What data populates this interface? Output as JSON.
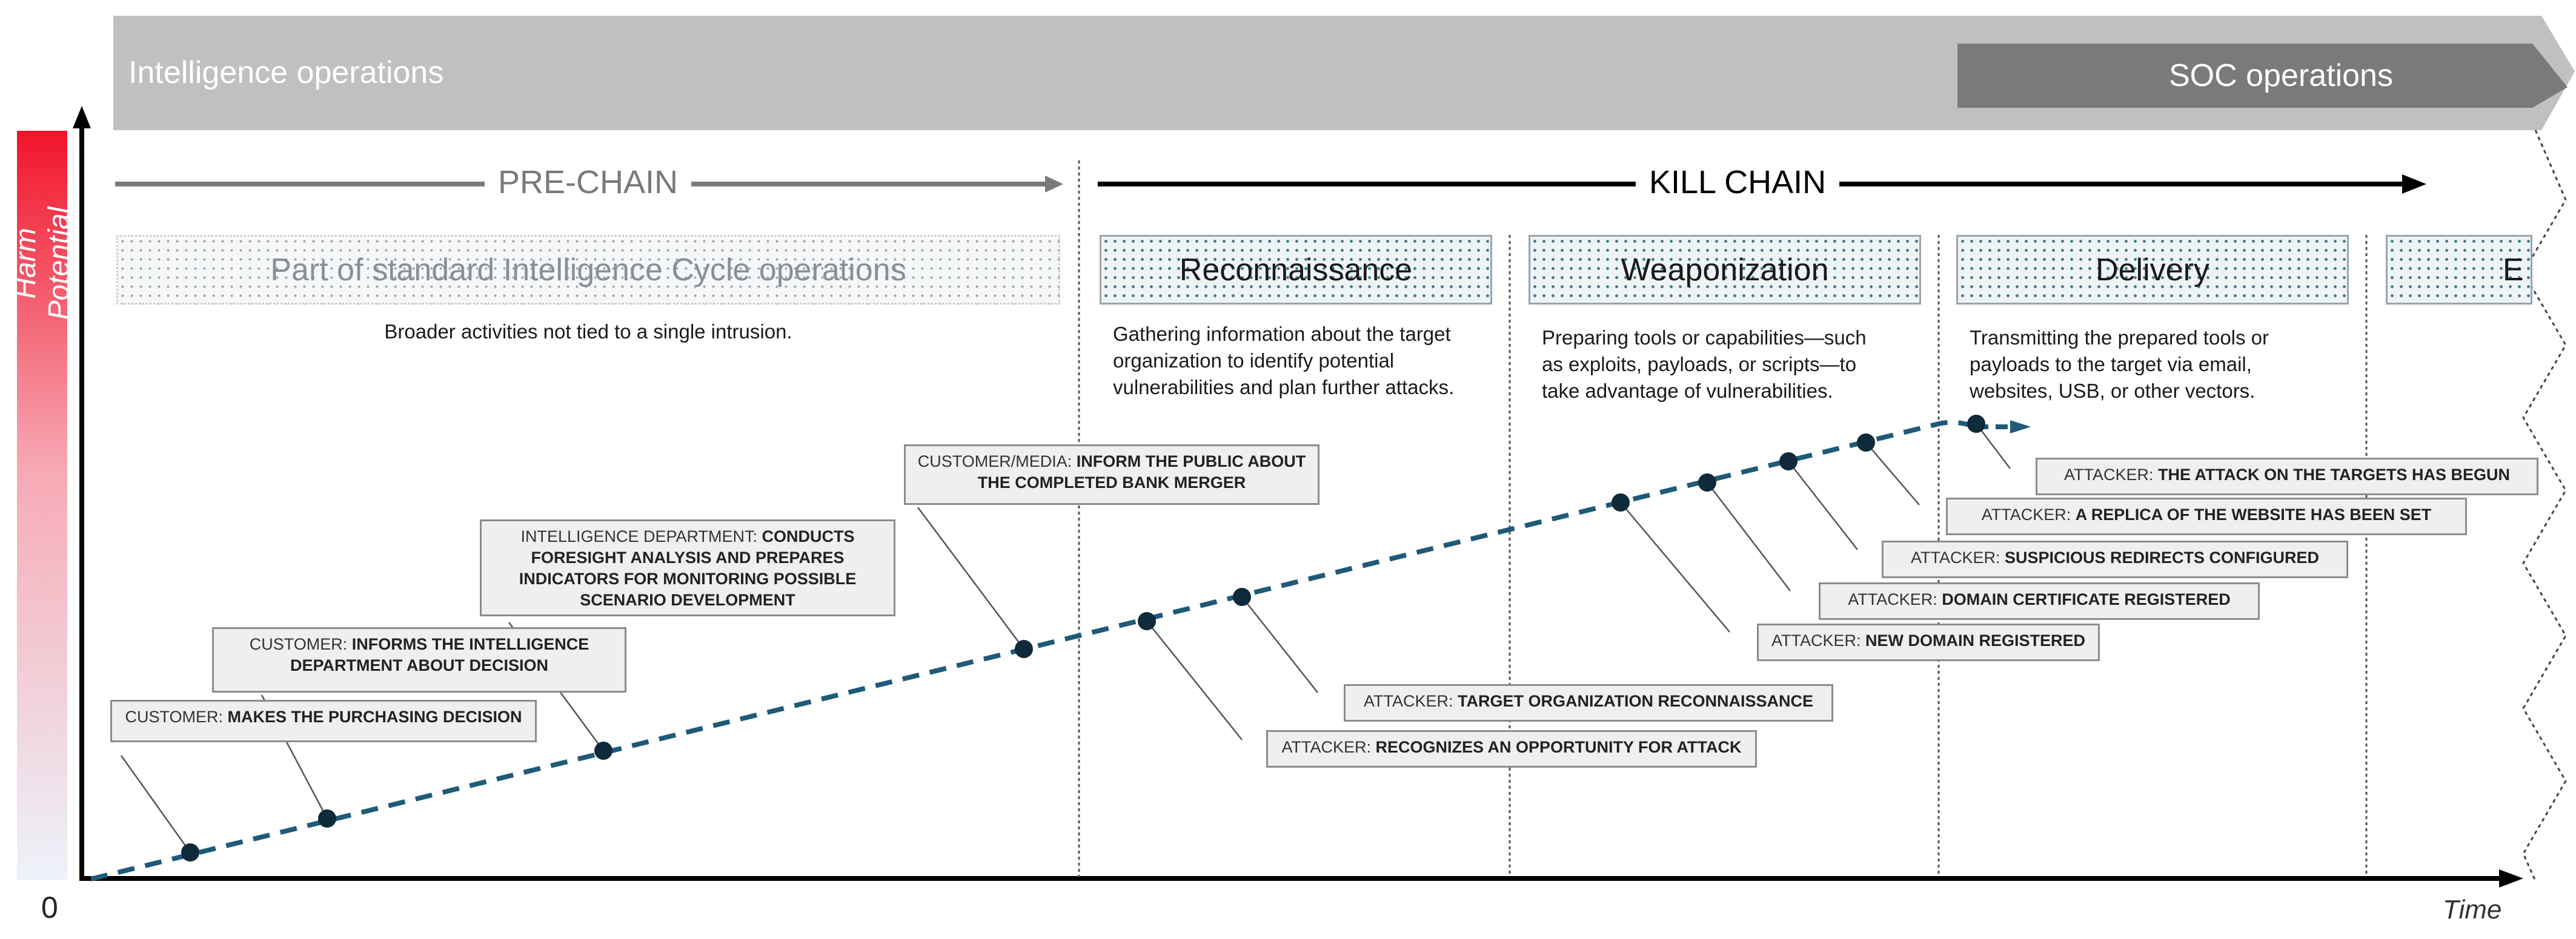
{
  "header": {
    "intelligence_ops": "Intelligence operations",
    "soc_ops": "SOC operations"
  },
  "chains": {
    "pre_chain": "PRE-CHAIN",
    "kill_chain": "KILL CHAIN"
  },
  "axes": {
    "y_label": "Harm Potential",
    "origin": "0",
    "x_label": "Time"
  },
  "phases": {
    "intel_cycle": {
      "title": "Part of standard Intelligence Cycle operations",
      "desc": "Broader activities not tied to a single intrusion."
    },
    "recon": {
      "title": "Reconnaissance",
      "desc": [
        "Gathering information about the target",
        "organization to identify potential",
        "vulnerabilities and plan further attacks."
      ]
    },
    "weapon": {
      "title": "Weaponization",
      "desc": [
        "Preparing tools or capabilities—such",
        "as exploits, payloads, or scripts—to",
        "take advantage of vulnerabilities."
      ]
    },
    "delivery": {
      "title": "Delivery",
      "desc": [
        "Transmitting the prepared tools or",
        "payloads to the target via email,",
        "websites, USB, or other vectors."
      ]
    },
    "next": {
      "title": "E"
    }
  },
  "events": [
    {
      "id": "c1",
      "actor": "CUSTOMER:",
      "lines": [
        "MAKES THE PURCHASING DECISION"
      ]
    },
    {
      "id": "c2",
      "actor": "CUSTOMER:",
      "lines": [
        "INFORMS THE INTELLIGENCE",
        "DEPARTMENT ABOUT DECISION"
      ]
    },
    {
      "id": "c3",
      "actor": "INTELLIGENCE DEPARTMENT:",
      "lines": [
        "CONDUCTS",
        "FORESIGHT ANALYSIS AND PREPARES",
        "INDICATORS FOR MONITORING POSSIBLE",
        "SCENARIO DEVELOPMENT"
      ]
    },
    {
      "id": "c4",
      "actor": "CUSTOMER/MEDIA:",
      "lines": [
        "INFORM THE PUBLIC ABOUT",
        "THE COMPLETED BANK MERGER"
      ]
    },
    {
      "id": "c5",
      "actor": "ATTACKER:",
      "lines": [
        "RECOGNIZES AN OPPORTUNITY FOR ATTACK"
      ]
    },
    {
      "id": "c6",
      "actor": "ATTACKER:",
      "lines": [
        "TARGET ORGANIZATION RECONNAISSANCE"
      ]
    },
    {
      "id": "c7",
      "actor": "ATTACKER:",
      "lines": [
        "NEW DOMAIN REGISTERED"
      ]
    },
    {
      "id": "c8",
      "actor": "ATTACKER:",
      "lines": [
        "DOMAIN CERTIFICATE REGISTERED"
      ]
    },
    {
      "id": "c9",
      "actor": "ATTACKER:",
      "lines": [
        "SUSPICIOUS REDIRECTS CONFIGURED"
      ]
    },
    {
      "id": "c10",
      "actor": "ATTACKER:",
      "lines": [
        "A REPLICA OF THE WEBSITE HAS BEEN SET"
      ]
    },
    {
      "id": "c11",
      "actor": "ATTACKER:",
      "lines": [
        "THE ATTACK ON THE TARGETS HAS BEGUN"
      ]
    }
  ],
  "colors": {
    "banner": "#c0c0c0",
    "soc_banner": "#7a7a7a",
    "trend_line": "#1f5a78",
    "dots": "#0f2a3a",
    "harm_gradient_top": "#f2142b",
    "harm_gradient_bottom": "#edf2fa"
  }
}
